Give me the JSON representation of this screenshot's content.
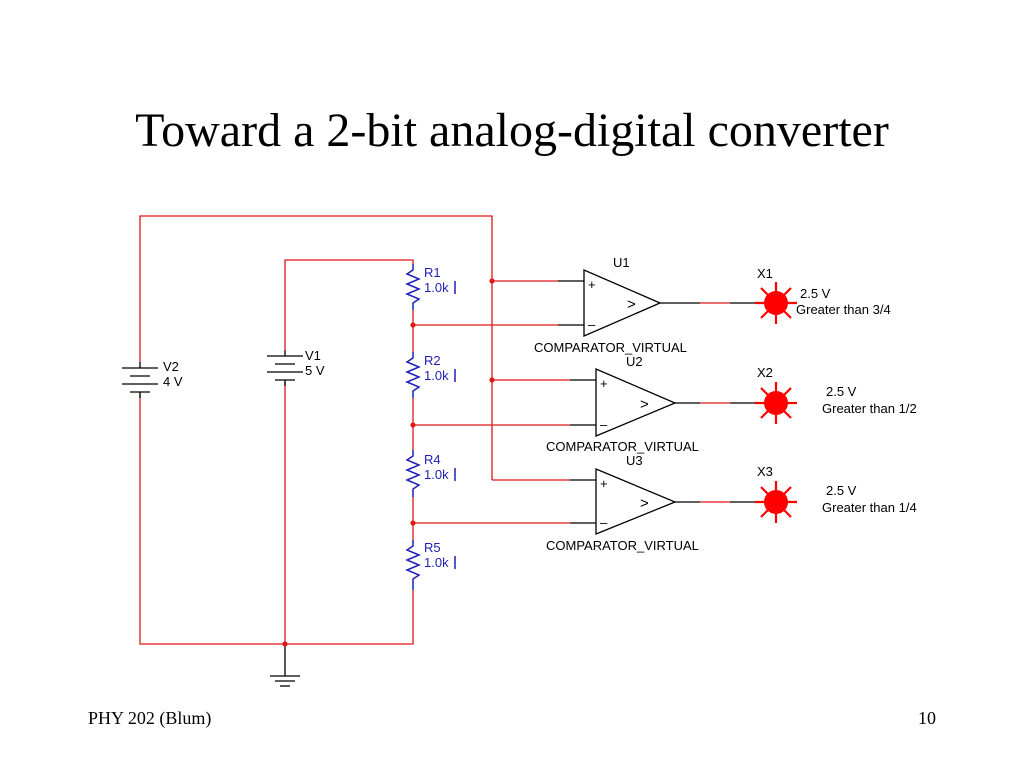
{
  "slide": {
    "title": "Toward a 2-bit analog-digital converter",
    "footer_left": "PHY 202 (Blum)",
    "page_number": "10"
  },
  "colors": {
    "wire": "#e01818",
    "resistor": "#1f1fb8",
    "lamp": "#ff0000"
  },
  "sources": [
    {
      "id": "V2",
      "value": "4 V"
    },
    {
      "id": "V1",
      "value": "5 V"
    }
  ],
  "resistors": [
    {
      "id": "R1",
      "value": "1.0k"
    },
    {
      "id": "R2",
      "value": "1.0k"
    },
    {
      "id": "R4",
      "value": "1.0k"
    },
    {
      "id": "R5",
      "value": "1.0k"
    }
  ],
  "comparators": [
    {
      "id": "U1",
      "part": "COMPARATOR_VIRTUAL",
      "plus": "+",
      "minus": "–",
      "symbol": ">"
    },
    {
      "id": "U2",
      "part": "COMPARATOR_VIRTUAL",
      "plus": "+",
      "minus": "–",
      "symbol": ">"
    },
    {
      "id": "U3",
      "part": "COMPARATOR_VIRTUAL",
      "plus": "+",
      "minus": "–",
      "symbol": ">"
    }
  ],
  "lamps": [
    {
      "id": "X1",
      "voltage": "2.5 V",
      "note": "Greater than 3/4"
    },
    {
      "id": "X2",
      "voltage": "2.5 V",
      "note": "Greater than 1/2"
    },
    {
      "id": "X3",
      "voltage": "2.5 V",
      "note": "Greater than 1/4"
    }
  ]
}
